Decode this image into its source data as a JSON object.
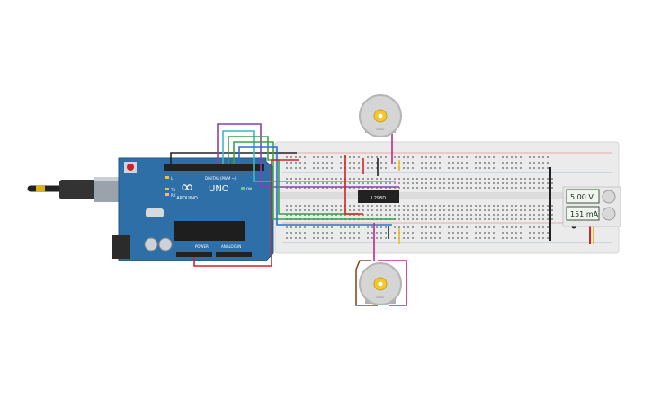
{
  "arduino": {
    "logo_text": "∞",
    "brand": "ARDUINO",
    "model": "UNO",
    "digital_label": "DIGITAL (PWM ~)",
    "power_label": "POWER",
    "analog_label": "ANALOG IN",
    "tx_label": "TX",
    "rx_label": "RX",
    "l_label": "L",
    "on_label": "ON"
  },
  "ic": {
    "label": "L293D"
  },
  "power_supply": {
    "voltage": "5.00 V",
    "current": "151 mA"
  },
  "motors": [
    {
      "label": "motor"
    },
    {
      "label": "motor"
    }
  ],
  "colors": {
    "board": "#2f6fa8",
    "breadboard": "#ebebeb",
    "wire_red": "#d42424",
    "wire_black": "#222222",
    "wire_purple": "#8a3fb0",
    "wire_green": "#3aa04a",
    "wire_cyan": "#3cb8c8",
    "wire_blue": "#2a70d0",
    "wire_magenta": "#c02888",
    "wire_brown": "#8a4a20",
    "wire_yellow": "#e8c020"
  }
}
